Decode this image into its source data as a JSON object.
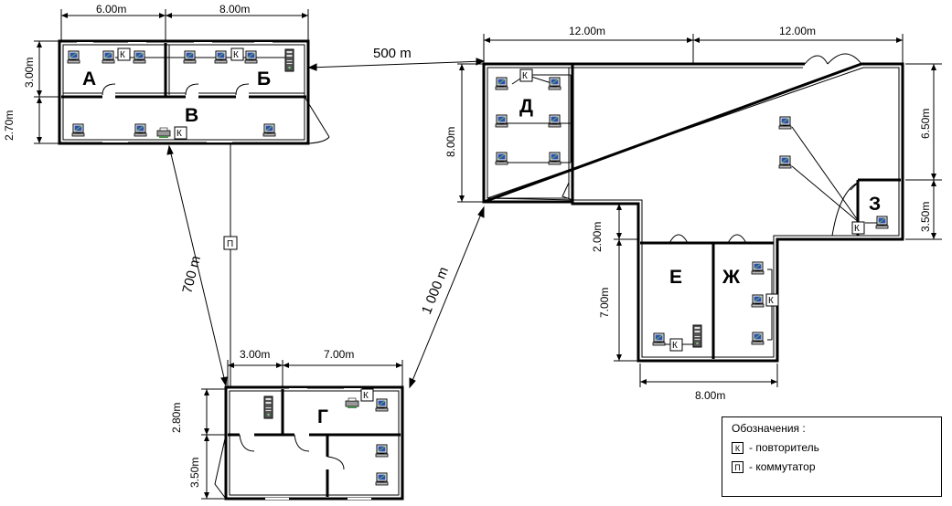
{
  "rooms": {
    "a": "А",
    "b": "Б",
    "v": "В",
    "g": "Г",
    "d": "Д",
    "e": "Е",
    "zh": "Ж",
    "z": "З"
  },
  "dimensions": {
    "top_a": "6.00m",
    "top_b": "8.00m",
    "left_a": "3.00m",
    "left_v": "2.70m",
    "top_d": "12.00m",
    "top_e": "12.00m",
    "right_upper": "6.50m",
    "right_lower": "3.50m",
    "left_d": "8.00m",
    "gap_e": "2.00m",
    "left_e": "7.00m",
    "bottom_e": "8.00m",
    "top_g_left": "3.00m",
    "top_g_right": "7.00m",
    "left_g_upper": "2.80m",
    "left_g_lower": "3.50m"
  },
  "distances": {
    "ab_to_d": "500 m",
    "v_to_g": "700 m",
    "g_to_d": "1 000 m"
  },
  "device_labels": {
    "repeater": "К",
    "switch": "П"
  },
  "legend": {
    "title": "Обозначения :",
    "repeater_desc": "- повторитель",
    "switch_desc": "- коммутатор"
  }
}
